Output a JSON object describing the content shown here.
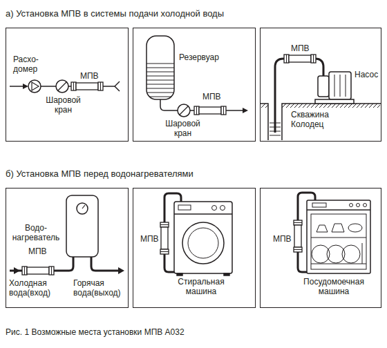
{
  "diagram": {
    "title": "а) Установка МПВ в системы подачи холодной воды",
    "caption": "Рис. 1 Возможные места установки МПВ А032",
    "nodes": [
      {
        "text": [
          "Расхо- домер",
          "МПВ",
          "Шаровой кран"
        ]
      },
      {
        "text": [
          "Резервуар",
          "МПВ",
          "Шаровой кран"
        ]
      },
      {
        "text": [
          "МПВ",
          "Насос",
          "Скважина Колодец"
        ]
      },
      {
        "text": [
          "Водо- нагреватель",
          "МПВ",
          "Холодная вода(вход)",
          "Горячая вода(выход)"
        ]
      },
      {
        "text": [
          "МПВ",
          "Стиральная машина"
        ]
      },
      {
        "text": [
          "МПВ",
          "Посудомоечная машина"
        ]
      }
    ],
    "labels": [
      "б) Установка МПВ перед водонагревателями"
    ]
  }
}
